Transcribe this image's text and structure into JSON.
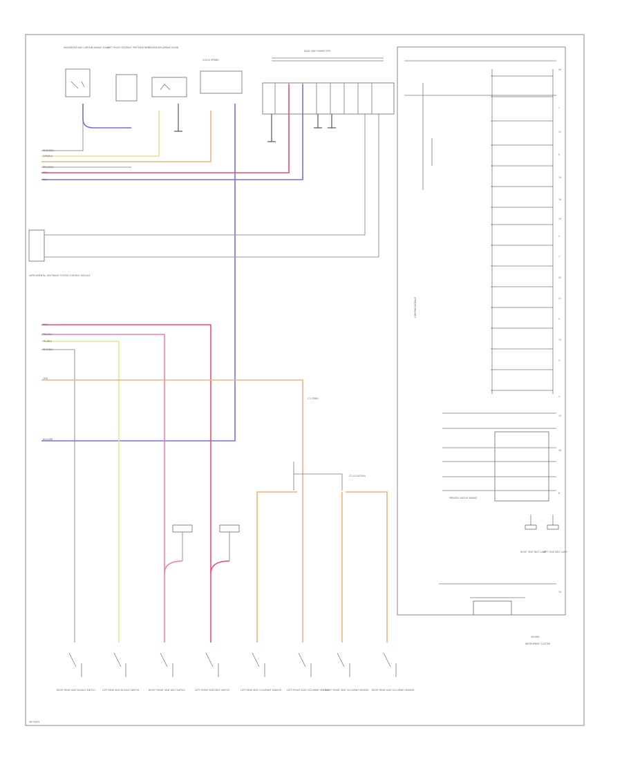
{
  "diagram": {
    "footer_id": "W074562",
    "colors": {
      "blue": "#6f6ff2",
      "red": "#f24a6e",
      "pink": "#ef7fb0",
      "yellow": "#e6e690",
      "orange": "#f4b27a",
      "gray": "#999999"
    },
    "top_components": [
      {
        "label": "PASSENGER SIDE CURTAIN AIRBAG SQUIB"
      },
      {
        "label": "LEFT FRONT SEATBELT PRETENSIONER"
      },
      {
        "label": "PASSENGER AIRBAG SQUIB"
      },
      {
        "label": "CLOCK SPRING"
      }
    ],
    "connector_title": "DATA LINK CONNECTOR",
    "left_wire_labels": [
      "WHT/GRN",
      "GRN/BLU",
      "BRN/GRN",
      "RED",
      "BLU"
    ],
    "module_label": "SUPPLEMENTAL RESTRAINT SYSTEM CONTROL MODULE",
    "mid_wire_labels": [
      "RED",
      "PNK/BLU",
      "YEL/BLU",
      "WHT/BLU"
    ],
    "orange_wire_label": "ORG",
    "blue_wire_label": "BLU/GRN",
    "splice_labels": [
      "C1 (TRIM)",
      "C2 (LOCATION)"
    ],
    "cluster": {
      "title_line1": "SHOWN",
      "title_line2": "INSTRUMENT CLUSTER",
      "side_label": "LIGHTING MODULE",
      "inner_block_label": "PRINTED CIRCUIT BOARD",
      "right_pins": [
        "30",
        "1",
        "12",
        "9",
        "14",
        "18",
        "19",
        "2",
        "7",
        "22",
        "21",
        "5",
        "15",
        "3",
        "4",
        "13",
        "16",
        "6",
        "10"
      ]
    },
    "bottom_sensors": [
      {
        "label": "RIGHT REAR SEAT BUCKLE SWITCH"
      },
      {
        "label": "LEFT REAR SEAT BUCKLE SWITCH"
      },
      {
        "label": "RIGHT FRONT SEAT BELT SWITCH"
      },
      {
        "label": "LEFT FRONT SEAT BELT SWITCH"
      },
      {
        "label": "LEFT REAR SEAT OCCUPANT SENSOR"
      },
      {
        "label": "LEFT FRONT SEAT OCCUPANT SENSOR"
      },
      {
        "label": "RIGHT FRONT SEAT OCCUPANT SENSOR"
      },
      {
        "label": "RIGHT REAR SEAT OCCUPANT SENSOR"
      }
    ],
    "bottom_right_components": [
      {
        "label": "RIGHT SEAT BELT LAMP"
      },
      {
        "label": "LEFT SEAT BELT LAMP"
      }
    ]
  }
}
